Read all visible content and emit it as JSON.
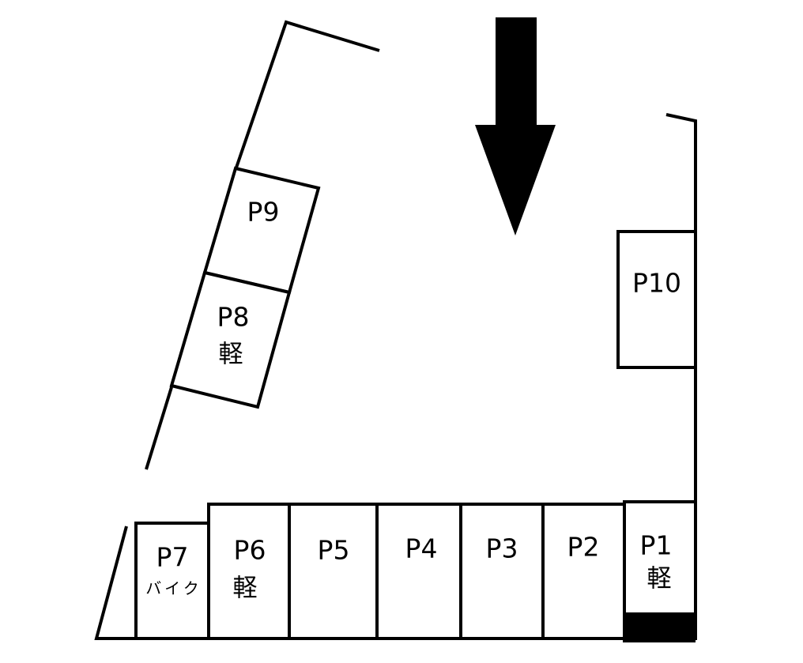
{
  "spaces": [
    {
      "id": "p1",
      "label": "P1",
      "sub": "軽"
    },
    {
      "id": "p2",
      "label": "P2",
      "sub": ""
    },
    {
      "id": "p3",
      "label": "P3",
      "sub": ""
    },
    {
      "id": "p4",
      "label": "P4",
      "sub": ""
    },
    {
      "id": "p5",
      "label": "P5",
      "sub": ""
    },
    {
      "id": "p6",
      "label": "P6",
      "sub": "軽"
    },
    {
      "id": "p7",
      "label": "P7",
      "sub": "バイク"
    },
    {
      "id": "p8",
      "label": "P8",
      "sub": "軽"
    },
    {
      "id": "p9",
      "label": "P9",
      "sub": ""
    },
    {
      "id": "p10",
      "label": "P10",
      "sub": ""
    }
  ],
  "colors": {
    "line": "#000000",
    "background": "#ffffff"
  },
  "icons": {
    "entrance": "down-arrow-icon"
  }
}
